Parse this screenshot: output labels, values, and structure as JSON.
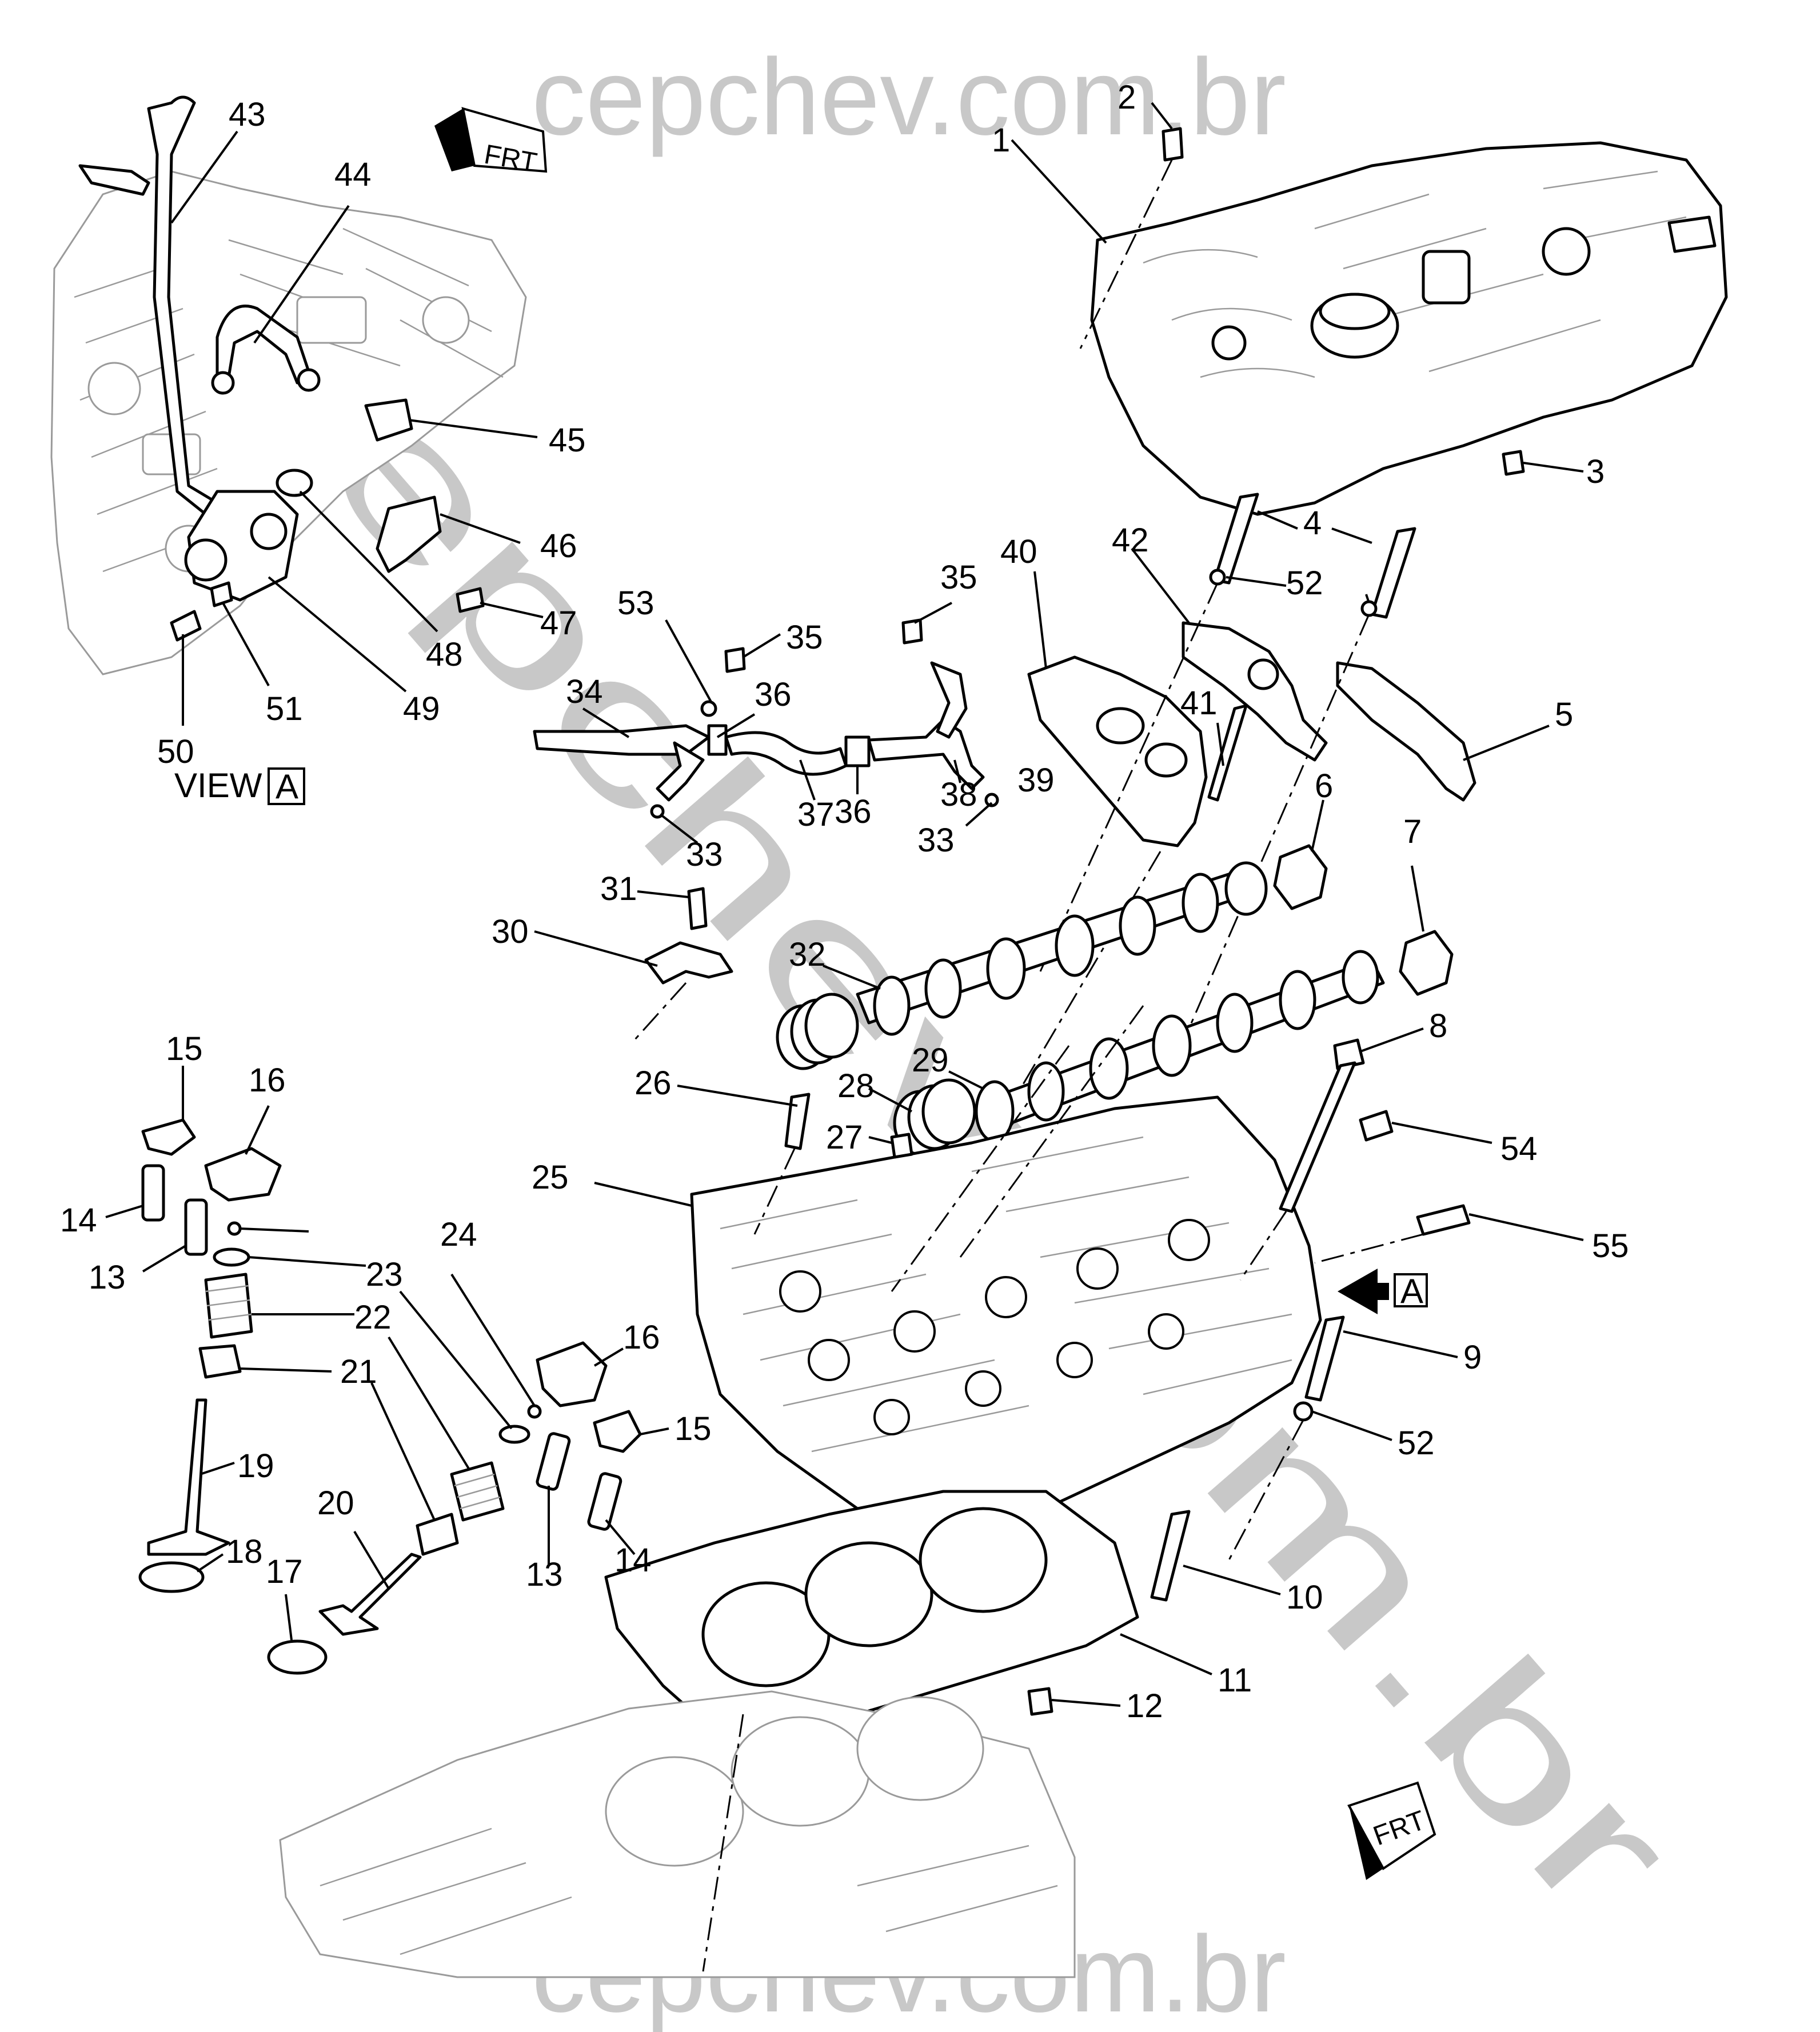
{
  "watermark": {
    "top": "cepchev.com.br",
    "diagonal": "cepchev.com.br",
    "bottom": "cepchev.com.br"
  },
  "view_label": {
    "text": "VIEW",
    "letter": "A"
  },
  "arrow_marker": {
    "letter": "A"
  },
  "front_markers": [
    {
      "text": "FRT"
    },
    {
      "text": "FRT"
    }
  ],
  "callouts": [
    {
      "id": "c1",
      "label": "1"
    },
    {
      "id": "c2",
      "label": "2"
    },
    {
      "id": "c3",
      "label": "3"
    },
    {
      "id": "c4",
      "label": "4"
    },
    {
      "id": "c5",
      "label": "5"
    },
    {
      "id": "c6",
      "label": "6"
    },
    {
      "id": "c7",
      "label": "7"
    },
    {
      "id": "c8",
      "label": "8"
    },
    {
      "id": "c9",
      "label": "9"
    },
    {
      "id": "c10",
      "label": "10"
    },
    {
      "id": "c11",
      "label": "11"
    },
    {
      "id": "c12",
      "label": "12"
    },
    {
      "id": "c13a",
      "label": "13"
    },
    {
      "id": "c13b",
      "label": "13"
    },
    {
      "id": "c14a",
      "label": "14"
    },
    {
      "id": "c14b",
      "label": "14"
    },
    {
      "id": "c15a",
      "label": "15"
    },
    {
      "id": "c15b",
      "label": "15"
    },
    {
      "id": "c16a",
      "label": "16"
    },
    {
      "id": "c16b",
      "label": "16"
    },
    {
      "id": "c17",
      "label": "17"
    },
    {
      "id": "c18",
      "label": "18"
    },
    {
      "id": "c19",
      "label": "19"
    },
    {
      "id": "c20",
      "label": "20"
    },
    {
      "id": "c21",
      "label": "21"
    },
    {
      "id": "c22",
      "label": "22"
    },
    {
      "id": "c23",
      "label": "23"
    },
    {
      "id": "c24",
      "label": "24"
    },
    {
      "id": "c25",
      "label": "25"
    },
    {
      "id": "c26",
      "label": "26"
    },
    {
      "id": "c27",
      "label": "27"
    },
    {
      "id": "c28",
      "label": "28"
    },
    {
      "id": "c29",
      "label": "29"
    },
    {
      "id": "c30",
      "label": "30"
    },
    {
      "id": "c31",
      "label": "31"
    },
    {
      "id": "c32",
      "label": "32"
    },
    {
      "id": "c33a",
      "label": "33"
    },
    {
      "id": "c33b",
      "label": "33"
    },
    {
      "id": "c34",
      "label": "34"
    },
    {
      "id": "c35a",
      "label": "35"
    },
    {
      "id": "c35b",
      "label": "35"
    },
    {
      "id": "c36a",
      "label": "36"
    },
    {
      "id": "c36b",
      "label": "36"
    },
    {
      "id": "c37",
      "label": "37"
    },
    {
      "id": "c38",
      "label": "38"
    },
    {
      "id": "c39",
      "label": "39"
    },
    {
      "id": "c40",
      "label": "40"
    },
    {
      "id": "c41",
      "label": "41"
    },
    {
      "id": "c42",
      "label": "42"
    },
    {
      "id": "c43",
      "label": "43"
    },
    {
      "id": "c44",
      "label": "44"
    },
    {
      "id": "c45",
      "label": "45"
    },
    {
      "id": "c46",
      "label": "46"
    },
    {
      "id": "c47",
      "label": "47"
    },
    {
      "id": "c48",
      "label": "48"
    },
    {
      "id": "c49",
      "label": "49"
    },
    {
      "id": "c50",
      "label": "50"
    },
    {
      "id": "c51",
      "label": "51"
    },
    {
      "id": "c52a",
      "label": "52"
    },
    {
      "id": "c52b",
      "label": "52"
    },
    {
      "id": "c53",
      "label": "53"
    },
    {
      "id": "c54",
      "label": "54"
    },
    {
      "id": "c55",
      "label": "55"
    }
  ]
}
